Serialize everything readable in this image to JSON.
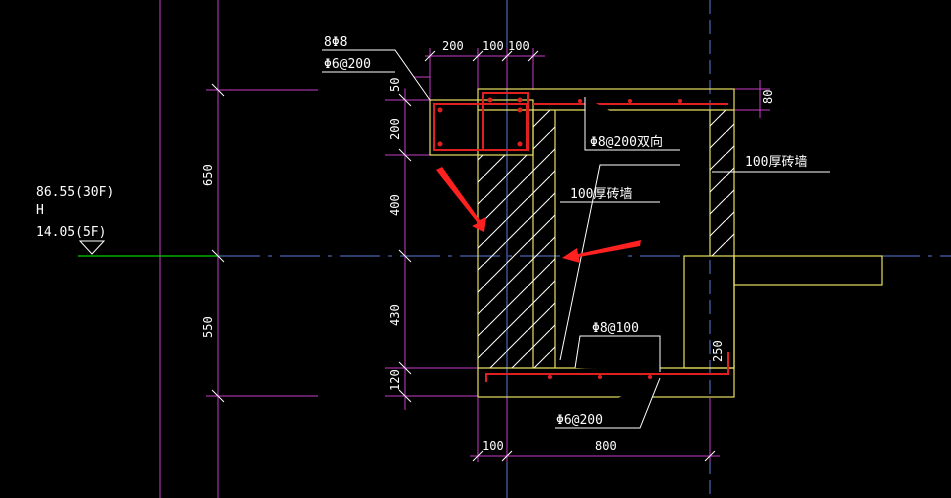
{
  "dims": {
    "top_200": "200",
    "top_100a": "100",
    "top_100b": "100",
    "right_80": "80",
    "left_650": "650",
    "left_550": "550",
    "mid_50": "50",
    "mid_200": "200",
    "mid_400": "400",
    "mid_430": "430",
    "mid_120": "120",
    "right_250": "250",
    "bottom_100": "100",
    "bottom_800": "800"
  },
  "notes": {
    "n1": "8Φ8",
    "n2": "Φ6@200",
    "n3": "Φ8@200双向",
    "n4": "100厚砖墙",
    "n5": "100厚砖墙",
    "n6": "Φ8@100",
    "n7": "Φ6@200"
  },
  "level": {
    "upper": "86.55(30F)",
    "h": "H",
    "lower": "14.05(5F)"
  },
  "colors": {
    "background": "#000000",
    "structure": "#e8e060",
    "rebar": "#e02020",
    "dimension": "#c83cc8",
    "axis": "#5a7ad8",
    "level_line": "#00d000",
    "arrow": "#ff2020"
  }
}
